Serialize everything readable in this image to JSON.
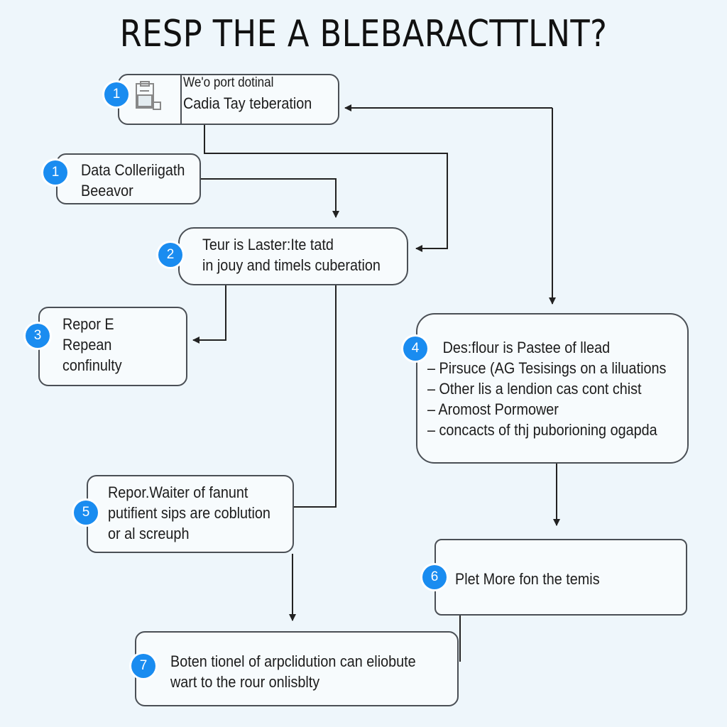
{
  "title": "RESP THE A BLEBARACTTLNT?",
  "colors": {
    "accent": "#1a8cf0",
    "line": "#222222",
    "box_border": "#4a4f55",
    "background": "#eef6fb"
  },
  "nodes": [
    {
      "id": "n1a",
      "badge": "1",
      "icon": "document-lock-icon",
      "lines": [
        "We'o port dotinal",
        "Cadia Tay teberation"
      ]
    },
    {
      "id": "n1b",
      "badge": "1",
      "lines": [
        "Data Colleriigath",
        "Beeavor"
      ]
    },
    {
      "id": "n2",
      "badge": "2",
      "lines": [
        "Teur is Laster:Ite tatd",
        "in jouy and timels cuberation"
      ]
    },
    {
      "id": "n3",
      "badge": "3",
      "lines": [
        "Repor E",
        "Repean",
        "confinulty"
      ]
    },
    {
      "id": "n4",
      "badge": "4",
      "lines": [
        "Des:flour is Pastee of llead",
        "– Pirsuce (AG Tesisings on a liluations",
        "– Other lis a lendion cas cont chist",
        "– Aromost Pormower",
        "– concacts of thj puborioning ogapda"
      ]
    },
    {
      "id": "n5",
      "badge": "5",
      "lines": [
        "Repor.Waiter of fanunt",
        "putifient sips are coblution",
        "or al screuph"
      ]
    },
    {
      "id": "n6",
      "badge": "6",
      "lines": [
        "Plet More fon the temis"
      ]
    },
    {
      "id": "n7",
      "badge": "7",
      "lines": [
        "Boten tionel of arpclidution can eliobute",
        "wart to the rour onlisblty"
      ]
    }
  ]
}
